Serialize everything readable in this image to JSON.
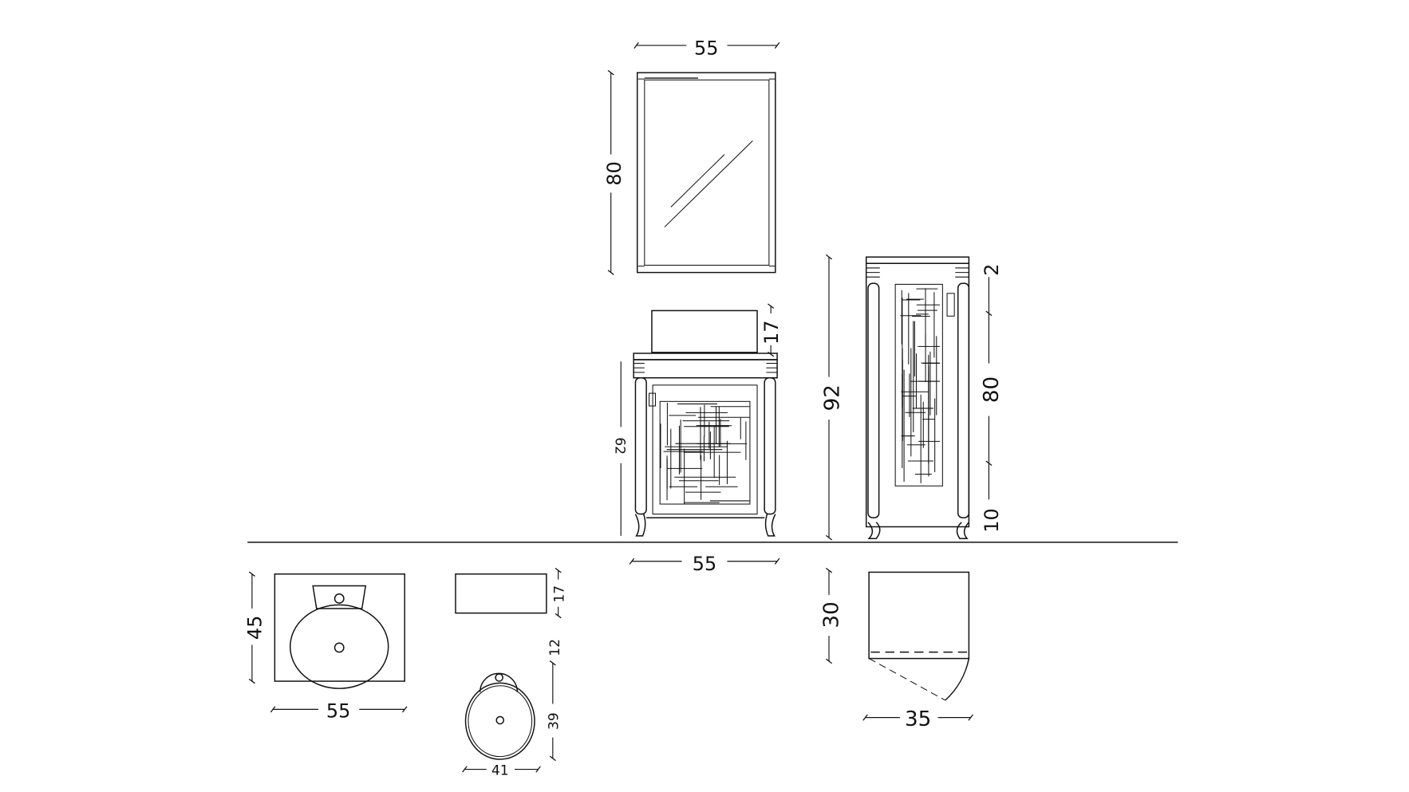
{
  "colors": {
    "line": "#111111",
    "background": "#ffffff"
  },
  "mirror": {
    "width": "55",
    "height": "80"
  },
  "vanity": {
    "basin_height": "17",
    "cabinet_height": "62",
    "width": "55"
  },
  "column": {
    "height": "92",
    "top": "2",
    "door": "80",
    "base": "10",
    "depth_top": "30",
    "width_top": "35"
  },
  "basin_top_view": {
    "depth": "45",
    "width": "55"
  },
  "basin_side": {
    "height": "17"
  },
  "round_basin": {
    "tab": "12",
    "diameter_v": "39",
    "diameter_h": "41"
  }
}
